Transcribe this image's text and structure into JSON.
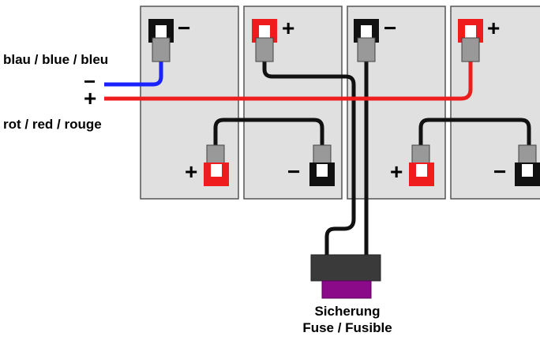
{
  "labels": {
    "blue_wire": "blau / blue / bleu",
    "red_wire": "rot / red / rouge",
    "minus": "−",
    "plus": "+",
    "fuse_line1": "Sicherung",
    "fuse_line2": "Fuse / Fusible"
  },
  "batteries": [
    {
      "id": "battery-1",
      "top_terminal": "negative",
      "bottom_left_terminal": "positive",
      "bottom_right_terminal": null
    },
    {
      "id": "battery-2",
      "top_terminal": "positive",
      "bottom_left_terminal": null,
      "bottom_right_terminal": "negative"
    },
    {
      "id": "battery-3",
      "top_terminal": "negative",
      "bottom_left_terminal": "positive",
      "bottom_right_terminal": null
    },
    {
      "id": "battery-4",
      "top_terminal": "positive",
      "bottom_left_terminal": null,
      "bottom_right_terminal": "negative"
    }
  ],
  "colors": {
    "battery_fill": "#e0e0e0",
    "battery_stroke": "#555555",
    "positive_terminal": "#ee1c1c",
    "negative_terminal": "#111111",
    "connector": "#999999",
    "blue_wire": "#1a23ff",
    "red_wire": "#ee1c1c",
    "black_wire": "#111111",
    "fuse_body": "#3a3a3a",
    "fuse_element": "#8a0a8a"
  }
}
